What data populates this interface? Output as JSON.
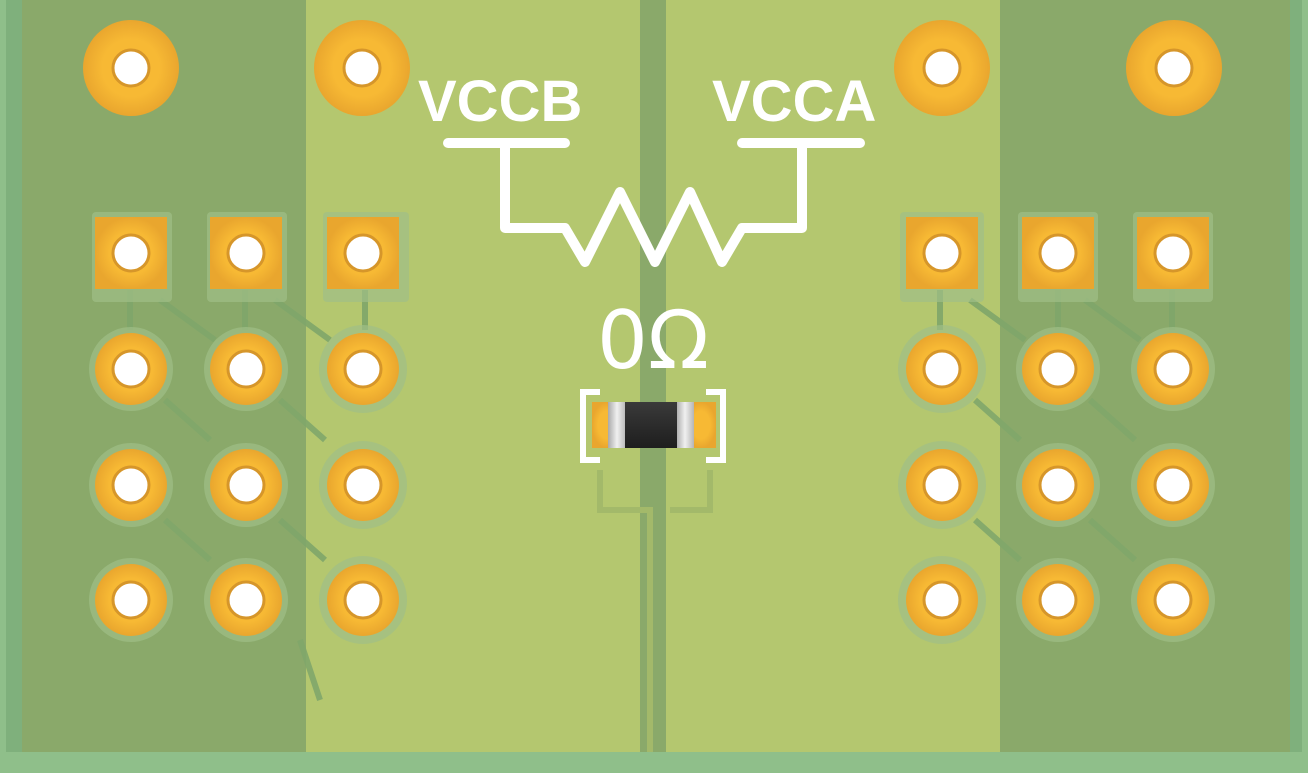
{
  "board": {
    "colors": {
      "board_edge": "#8fbf8a",
      "ground_fill": "#8aa96a",
      "ground_fill_inner": "#86a766",
      "power_fill": "#b4c76f",
      "pad_gold": "#f5b536",
      "pad_gold_dark": "#d6962a",
      "drill_white": "#ffffff",
      "silkscreen": "#ffffff",
      "resistor_body": "#2b2b2b"
    },
    "labels": {
      "left_net": "VCCB",
      "right_net": "VCCA",
      "resistor_value": "0Ω"
    },
    "icons": {
      "resistor_symbol": "resistor-zigzag-icon",
      "smd_resistor": "smd-0603-resistor-icon"
    },
    "headers": {
      "left": {
        "square_row_count": 3,
        "round_rows": 3
      },
      "right": {
        "square_row_count": 3,
        "round_rows": 3
      }
    },
    "mounting_holes": 4
  }
}
